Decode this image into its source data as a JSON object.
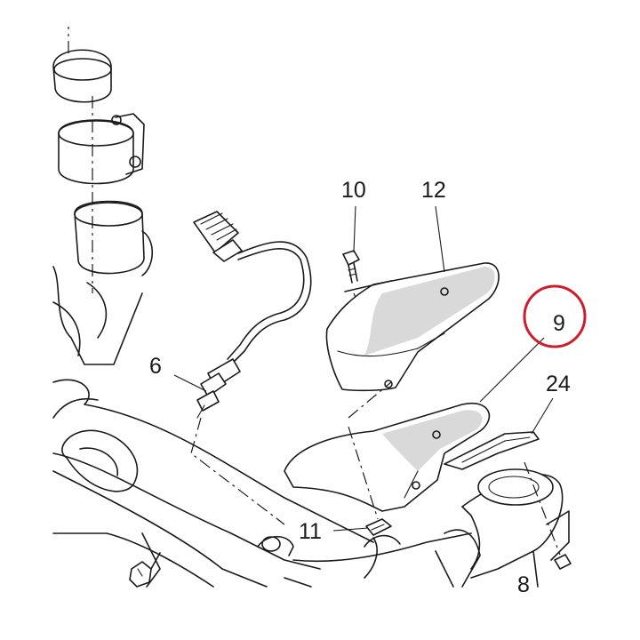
{
  "callouts": {
    "p6": "6",
    "p8": "8",
    "p9": "9",
    "p10": "10",
    "p11": "11",
    "p12": "12",
    "p24": "24"
  },
  "highlight": {
    "target": "9",
    "color": "#cc1e2b"
  }
}
